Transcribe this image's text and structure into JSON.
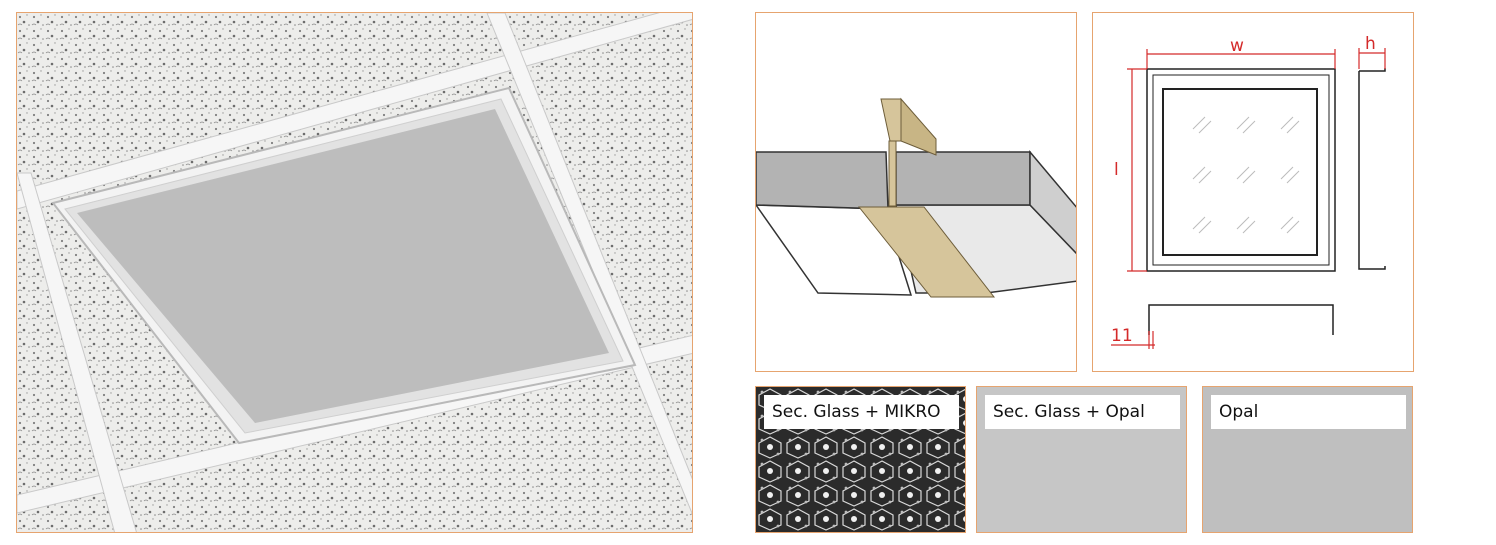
{
  "photo": {
    "icon": "ceiling-panel-photo"
  },
  "installation": {
    "icon": "t-bar-installation-diagram"
  },
  "dimensions": {
    "width_label": "w",
    "height_label": "h",
    "length_label": "l",
    "flange_label": "11"
  },
  "finishes": [
    {
      "label": "Sec. Glass + MIKRO"
    },
    {
      "label": "Sec. Glass + Opal"
    },
    {
      "label": "Opal"
    }
  ],
  "colors": {
    "border": "#e6a46f",
    "dimension": "#d42a2a",
    "tbar": "#d6c59b",
    "panel": "#bdbdbd"
  }
}
